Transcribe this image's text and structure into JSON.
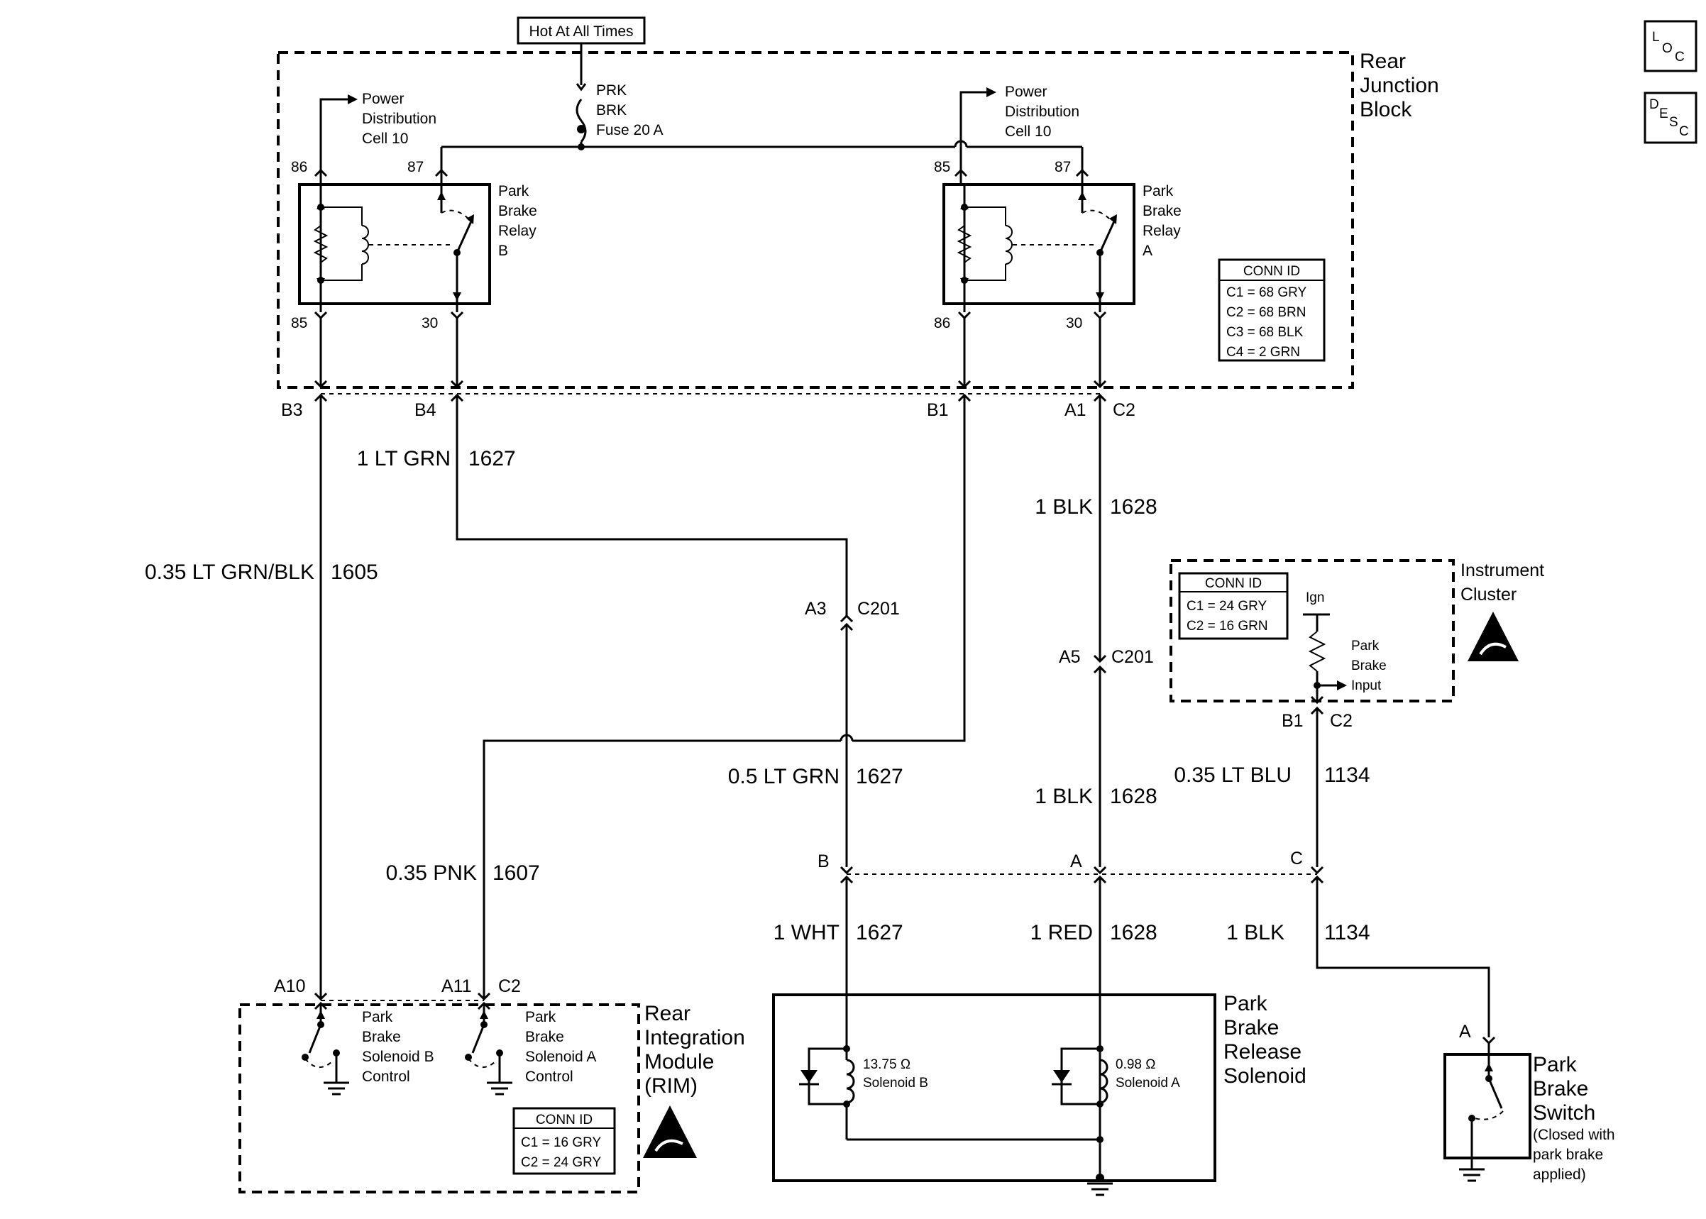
{
  "top_label": "Hot At All Times",
  "loc_icon": {
    "l": "L",
    "o": "O",
    "c": "C"
  },
  "desc_icon": {
    "d": "D",
    "e": "E",
    "s": "S",
    "c": "C"
  },
  "fuse": {
    "line1": "PRK",
    "line2": "BRK",
    "line3": "Fuse 20 A"
  },
  "rear_junction_block": {
    "line1": "Rear",
    "line2": "Junction",
    "line3": "Block"
  },
  "power_dist_left": {
    "line1": "Power",
    "line2": "Distribution",
    "line3": "Cell 10"
  },
  "power_dist_right": {
    "line1": "Power",
    "line2": "Distribution",
    "line3": "Cell 10"
  },
  "relay_b": {
    "line1": "Park",
    "line2": "Brake",
    "line3": "Relay",
    "line4": "B",
    "pin_86": "86",
    "pin_87": "87",
    "pin_85": "85",
    "pin_30": "30"
  },
  "relay_a": {
    "line1": "Park",
    "line2": "Brake",
    "line3": "Relay",
    "line4": "A",
    "pin_85": "85",
    "pin_87": "87",
    "pin_86": "86",
    "pin_30": "30"
  },
  "rjb_conn": {
    "title": "CONN ID",
    "rows": [
      "C1 = 68 GRY",
      "C2 = 68 BRN",
      "C3 = 68 BLK",
      "C4 = 2 GRN"
    ]
  },
  "rjb_pins": {
    "b3": "B3",
    "b4": "B4",
    "b1": "B1",
    "a1": "A1",
    "c2": "C2"
  },
  "wires": {
    "w1627_top": {
      "gauge": "1 LT GRN",
      "circuit": "1627"
    },
    "w1628_top": {
      "gauge": "1 BLK",
      "circuit": "1628"
    },
    "w1605": {
      "gauge": "0.35 LT GRN/BLK",
      "circuit": "1605"
    },
    "w1627_mid": {
      "gauge": "0.5 LT GRN",
      "circuit": "1627"
    },
    "w1628_mid": {
      "gauge": "1 BLK",
      "circuit": "1628"
    },
    "w1134_mid": {
      "gauge": "0.35 LT BLU",
      "circuit": "1134"
    },
    "w1607": {
      "gauge": "0.35 PNK",
      "circuit": "1607"
    },
    "w1627_bot": {
      "gauge": "1 WHT",
      "circuit": "1627"
    },
    "w1628_bot": {
      "gauge": "1 RED",
      "circuit": "1628"
    },
    "w1134_bot": {
      "gauge": "1 BLK",
      "circuit": "1134"
    }
  },
  "c201_a3": {
    "pin": "A3",
    "conn": "C201"
  },
  "c201_a5": {
    "pin": "A5",
    "conn": "C201"
  },
  "instrument_cluster": {
    "line1": "Instrument",
    "line2": "Cluster",
    "conn_title": "CONN ID",
    "conn_rows": [
      "C1 = 24 GRY",
      "C2 = 16 GRN"
    ],
    "ign": "Ign",
    "input_line1": "Park",
    "input_line2": "Brake",
    "input_line3": "Input",
    "pin": "B1",
    "conn": "C2"
  },
  "solenoid_connector": {
    "b": "B",
    "a": "A",
    "c": "C"
  },
  "rim": {
    "line1": "Rear",
    "line2": "Integration",
    "line3": "Module",
    "line4": "(RIM)",
    "pin_a10": "A10",
    "pin_a11": "A11",
    "conn": "C2",
    "sol_b": {
      "line1": "Park",
      "line2": "Brake",
      "line3": "Solenoid B",
      "line4": "Control"
    },
    "sol_a": {
      "line1": "Park",
      "line2": "Brake",
      "line3": "Solenoid A",
      "line4": "Control"
    },
    "conn_title": "CONN ID",
    "conn_rows": [
      "C1 = 16 GRY",
      "C2 = 24 GRY"
    ]
  },
  "release_solenoid": {
    "line1": "Park",
    "line2": "Brake",
    "line3": "Release",
    "line4": "Solenoid",
    "sol_b_value": "13.75 Ω",
    "sol_b_name": "Solenoid B",
    "sol_a_value": "0.98 Ω",
    "sol_a_name": "Solenoid A"
  },
  "park_brake_switch": {
    "pin": "A",
    "line1": "Park",
    "line2": "Brake",
    "line3": "Switch",
    "note1": "(Closed with",
    "note2": "park brake",
    "note3": "applied)"
  }
}
